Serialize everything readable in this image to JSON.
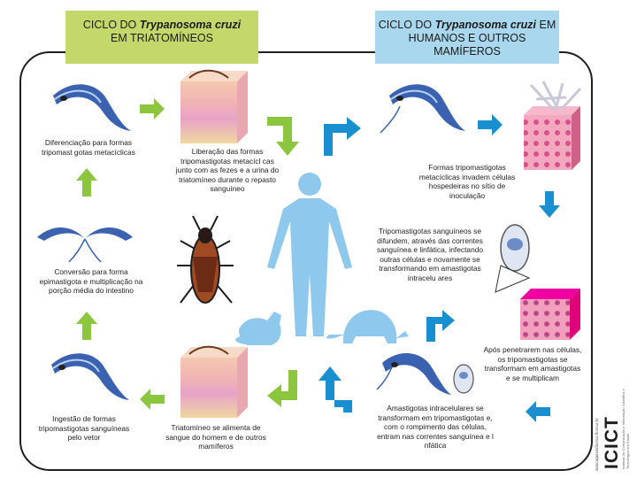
{
  "headers": {
    "left": {
      "line1_prefix": "CICLO DO ",
      "line1_italic": "Trypanosoma cruzi",
      "line1_suffix": "",
      "line2": "EM TRIATOMÍNEOS"
    },
    "right": {
      "line1_prefix": "CICLO DO ",
      "line1_italic": "Trypanosoma cruzi",
      "line1_suffix": " EM",
      "line2": "HUMANOS E OUTROS MAMÍFEROS"
    }
  },
  "captions": {
    "diferenciacao": "Diferenciação para formas tripomast gotas metacíclicas",
    "liberacao": "Liberação das formas tripomastigotas metacícl cas junto com as fezes e a urina do triatomíneo durante o repasto sanguíneo",
    "formas_metaciclicas": "Formas tripomastigotas metacíclicas invadem células hospedeiras no sítio de inoculação",
    "conversao": "Conversão para forma epimastigota e multiplicação na porção média do intestino",
    "tripomastigotas_sanguineos": "Tripomastigotas sanguíneos se difundem, através das correntes sanguínea e linfática, infectando outras células e novamente se transformando em amastigotas intracelu ares",
    "apos_penetrarem": "Após penetrarem nas células, os tripomastigotas se transformam em amastigotas e se multiplicam",
    "ingestao": "Ingestão de formas tripomastigotas sanguíneas pelo vetor",
    "triatomineo_alimenta": "Triatomíneo se alimenta de sangue do homem e de outros mamíferos",
    "amastigotas": "Amastigotas intracelulares se transformam em tripomastigotas e, com o rompimento das células, entram nas correntes sanguínea e l nfática"
  },
  "logo": {
    "text": "ICICT",
    "fine_print": "Instituto de Comunicação e Informação Científica e Tecnológica em Saúde",
    "credit": "www.agenciafiocruz.fiocruz.br"
  },
  "colors": {
    "green_arrow": "#8cc63f",
    "blue_arrow": "#1a8fd0",
    "human": "#8ec8ec",
    "left_header": "#c3d86a",
    "right_header": "#a9d7ee"
  }
}
